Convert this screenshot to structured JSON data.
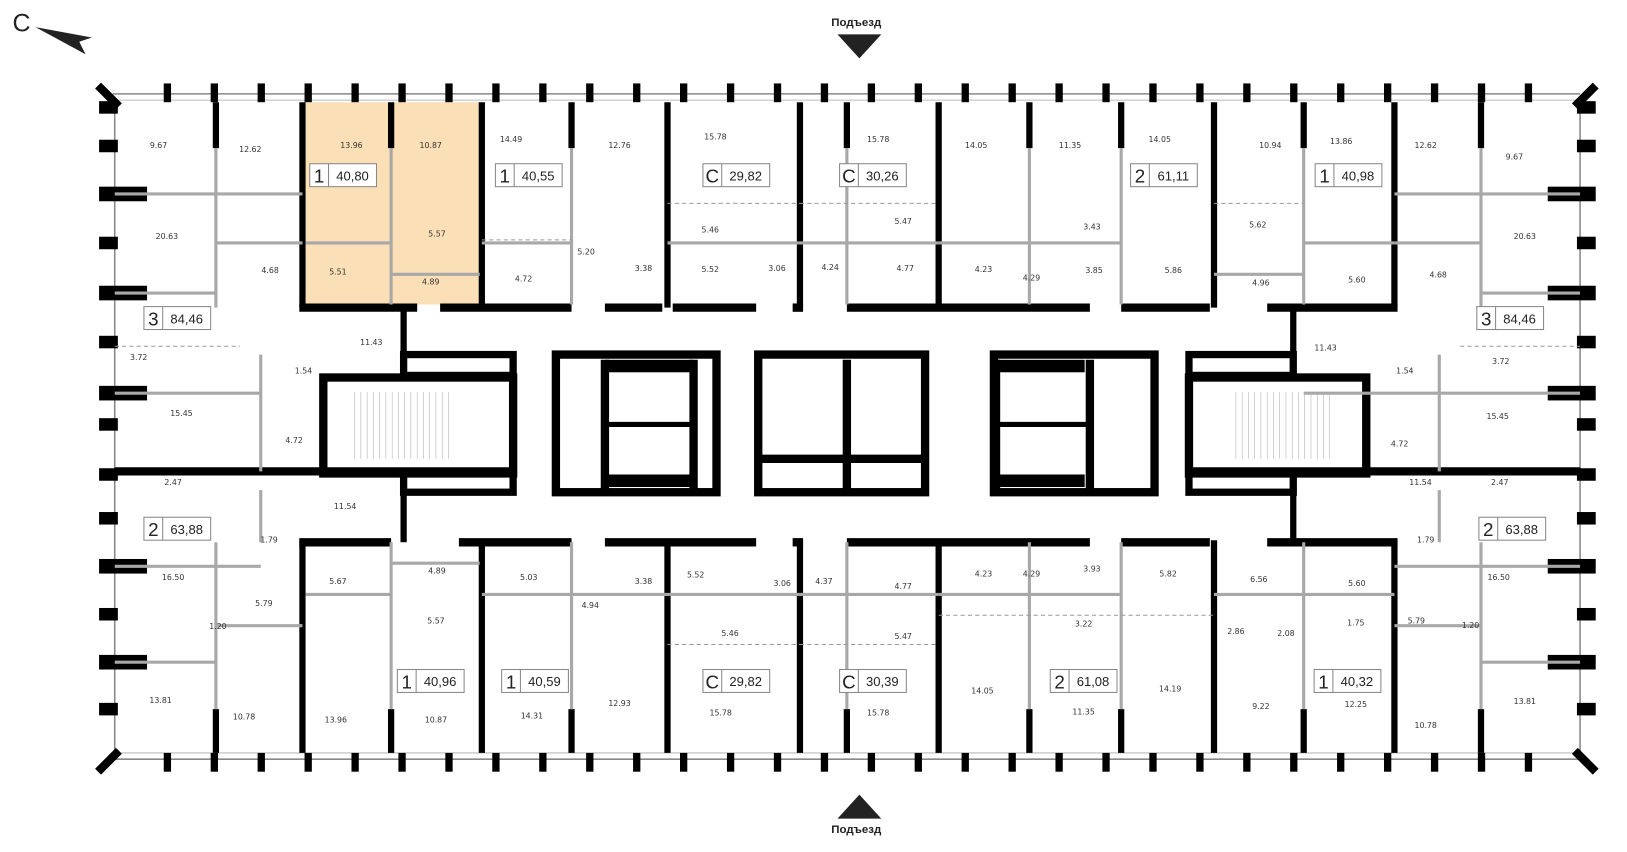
{
  "compass": {
    "label": "С",
    "icon": "north-arrow-icon"
  },
  "entrances": {
    "top_label": "Подъезд",
    "bottom_label": "Подъезд"
  },
  "colors": {
    "highlight": "#fbdfb6",
    "wall": "#000000",
    "thin_wall": "#a0a0a0",
    "text": "#222222"
  },
  "selected_apartment": {
    "type": "1",
    "area": "40,80"
  },
  "apartments": [
    {
      "type": "3",
      "area": "84,46"
    },
    {
      "type": "1",
      "area": "40,80"
    },
    {
      "type": "1",
      "area": "40,55"
    },
    {
      "type": "С",
      "area": "29,82"
    },
    {
      "type": "С",
      "area": "30,26"
    },
    {
      "type": "2",
      "area": "61,11"
    },
    {
      "type": "1",
      "area": "40,98"
    },
    {
      "type": "3",
      "area": "84,46"
    },
    {
      "type": "2",
      "area": "63,88"
    },
    {
      "type": "1",
      "area": "40,96"
    },
    {
      "type": "1",
      "area": "40,59"
    },
    {
      "type": "С",
      "area": "29,82"
    },
    {
      "type": "С",
      "area": "30,39"
    },
    {
      "type": "2",
      "area": "61,08"
    },
    {
      "type": "1",
      "area": "40,32"
    },
    {
      "type": "2",
      "area": "63,88"
    }
  ],
  "rooms": [
    "9.67",
    "12.62",
    "13.96",
    "10.87",
    "14.49",
    "12.76",
    "15.78",
    "15.78",
    "14.05",
    "11.35",
    "14.05",
    "10.94",
    "13.86",
    "12.62",
    "9.67",
    "20.63",
    "4.68",
    "5.57",
    "5.51",
    "4.89",
    "4.72",
    "5.20",
    "3.38",
    "5.46",
    "5.52",
    "3.06",
    "4.24",
    "5.47",
    "4.77",
    "4.23",
    "4.29",
    "3.43",
    "3.85",
    "5.86",
    "5.62",
    "4.96",
    "5.60",
    "4.68",
    "20.63",
    "3.72",
    "11.43",
    "1.54",
    "15.45",
    "4.72",
    "11.43",
    "1.54",
    "3.72",
    "15.45",
    "4.72",
    "2.47",
    "11.54",
    "1.79",
    "16.50",
    "5.79",
    "1.20",
    "13.81",
    "10.78",
    "5.67",
    "4.89",
    "5.57",
    "13.96",
    "10.87",
    "5.03",
    "4.94",
    "3.38",
    "12.93",
    "14.31",
    "5.52",
    "3.06",
    "5.46",
    "15.78",
    "4.37",
    "4.77",
    "5.47",
    "15.78",
    "4.23",
    "4.29",
    "3.93",
    "5.82",
    "3.22",
    "14.05",
    "11.35",
    "14.19",
    "6.56",
    "5.60",
    "2.86",
    "2.08",
    "1.75",
    "9.22",
    "12.25",
    "10.78",
    "5.79",
    "1.20",
    "13.81",
    "11.54",
    "2.47",
    "1.79",
    "16.50"
  ]
}
